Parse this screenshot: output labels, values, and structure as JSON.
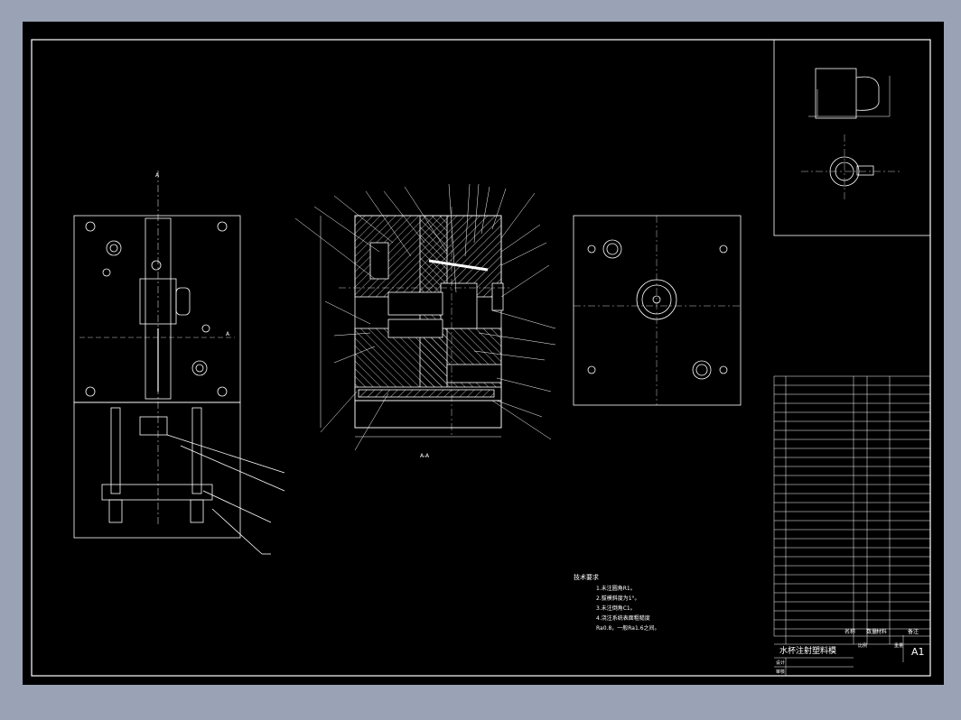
{
  "section_label": "A-A",
  "view_markers": [
    "A",
    "A"
  ],
  "notes": {
    "heading": "技术要求",
    "lines": [
      "1.未注圆角R1。",
      "2.拔模斜度为1°。",
      "3.未注倒角C1。",
      "4.浇注系统表面粗糙度",
      "  Ra0.8，一般Ra1.6之间。"
    ]
  },
  "title_block": {
    "drawing_name": "水杯注射塑料模",
    "sheet_size": "A1",
    "header": {
      "col_name": "名称",
      "col_qty": "数量",
      "col_material": "材料",
      "col_note": "备注"
    },
    "scale_label": "比例",
    "weight_label": "重量",
    "drawn_label": "设计",
    "checked_label": "审核"
  },
  "colors": {
    "background": "#000000",
    "frame": "#ffffff",
    "outer": "#9aa3b5",
    "hatch": "#ffffff"
  }
}
